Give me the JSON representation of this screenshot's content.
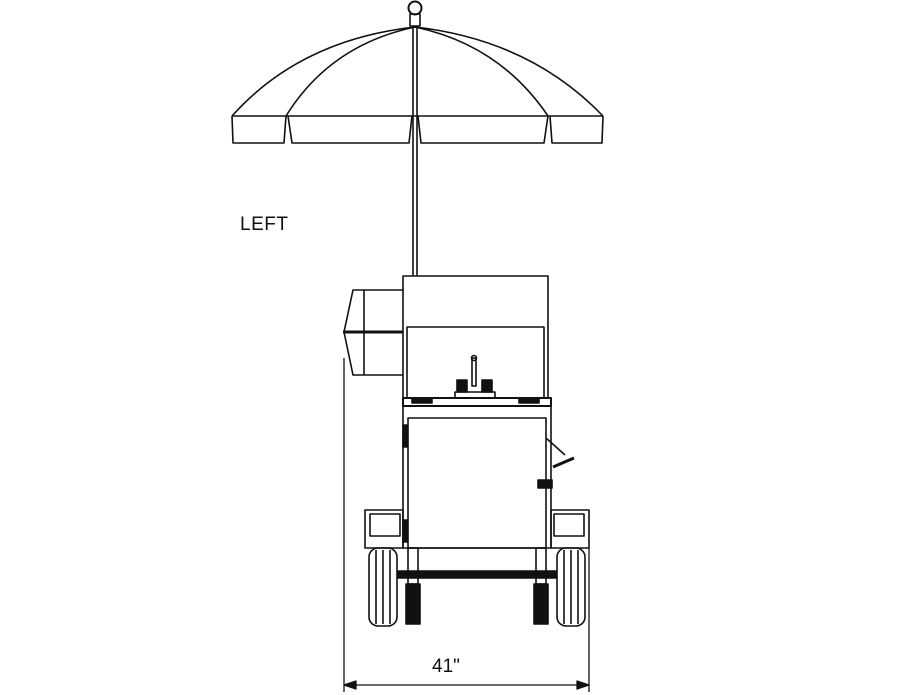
{
  "drawing": {
    "subject": "Hot dog cart with umbrella, side elevation",
    "view_label": "LEFT",
    "dimension": {
      "label": "41\"",
      "orientation": "horizontal"
    },
    "colors": {
      "line": "#111111",
      "background": "#ffffff"
    }
  }
}
